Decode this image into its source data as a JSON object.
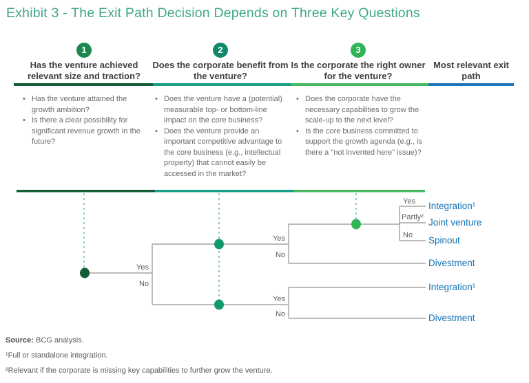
{
  "title": "Exhibit 3 - The Exit Path Decision Depends on Three Key Questions",
  "colors": {
    "title": "#3fa78a",
    "column_accents": [
      "#155d37",
      "#18a089",
      "#4aba62",
      "#1c76bb"
    ],
    "badge_colors": [
      "#1d8750",
      "#10896a",
      "#2fb457"
    ],
    "exit_link": "#1472b6",
    "tree_line": "#a3a3a3",
    "dashed_line": "#6cbcab"
  },
  "columns": [
    {
      "number": "1",
      "header": "Has the venture achieved relevant size and traction?",
      "bullets": [
        "Has the venture attained the growth ambition?",
        "Is there a clear possibility for significant revenue growth in the future?"
      ]
    },
    {
      "number": "2",
      "header": "Does the corporate benefit from the venture?",
      "bullets": [
        "Does the venture have a (potential) measurable top- or bottom-line impact on the core business?",
        "Does the venture provide an important competitive advantage to the core business (e.g., intellectual property) that cannot easily be accessed in the market?"
      ]
    },
    {
      "number": "3",
      "header": "Is the corporate the right owner for the venture?",
      "bullets": [
        "Does the corporate have the necessary capabilities to grow the scale-up to the next level?",
        "Is the core business committed to support the growth agenda (e.g., is there a \"not invented here\" issue)?"
      ]
    },
    {
      "number": null,
      "header": "Most relevant exit path",
      "bullets": []
    }
  ],
  "tree": {
    "q1_yes": "Yes",
    "q1_no": "No",
    "q2_upper_yes": "Yes",
    "q2_upper_no": "No",
    "q2_lower_yes": "Yes",
    "q2_lower_no": "No",
    "q3_yes": "Yes",
    "q3_partly": "Partly²",
    "q3_no": "No",
    "outcomes": [
      "Integration¹",
      "Joint venture",
      "Spinout",
      "Divestment",
      "Integration¹",
      "Divestment"
    ]
  },
  "footer": {
    "source_label": "Source:",
    "source_text": " BCG analysis.",
    "footnote1": "¹Full or standalone integration.",
    "footnote2": "²Relevant if the corporate is missing key capabilities to further grow the venture."
  }
}
